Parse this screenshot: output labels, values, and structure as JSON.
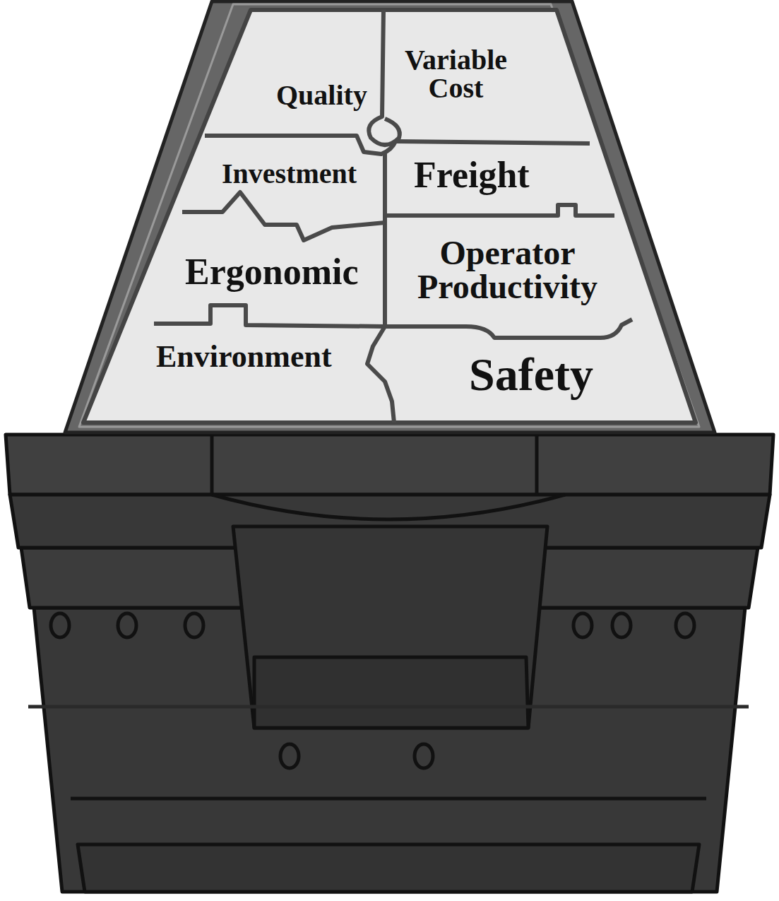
{
  "diagram": {
    "nodes": [
      {
        "text": [
          "Quality"
        ]
      },
      {
        "text": [
          "Variable Cost"
        ]
      },
      {
        "text": [
          "Investment"
        ]
      },
      {
        "text": [
          "Freight"
        ]
      },
      {
        "text": [
          "Ergonomic"
        ]
      },
      {
        "text": [
          "Operator Productivity"
        ]
      },
      {
        "text": [
          "Environment"
        ]
      },
      {
        "text": [
          "Safety"
        ]
      }
    ]
  }
}
